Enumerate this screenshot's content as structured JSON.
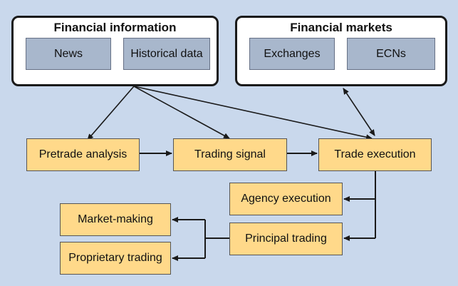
{
  "diagram": {
    "financial_information": {
      "title": "Financial information",
      "items": [
        "News",
        "Historical data"
      ]
    },
    "financial_markets": {
      "title": "Financial markets",
      "items": [
        "Exchanges",
        "ECNs"
      ]
    },
    "pipeline": {
      "pretrade_analysis": "Pretrade analysis",
      "trading_signal": "Trading signal",
      "trade_execution": "Trade execution"
    },
    "execution_types": {
      "agency_execution": "Agency execution",
      "principal_trading": "Principal trading"
    },
    "principal_outcomes": {
      "market_making": "Market-making",
      "proprietary_trading": "Proprietary trading"
    }
  },
  "colors": {
    "background": "#c9d8ec",
    "process_box": "#ffd98a",
    "source_box": "#a8b7cc",
    "group_border": "#1a1a1a"
  }
}
